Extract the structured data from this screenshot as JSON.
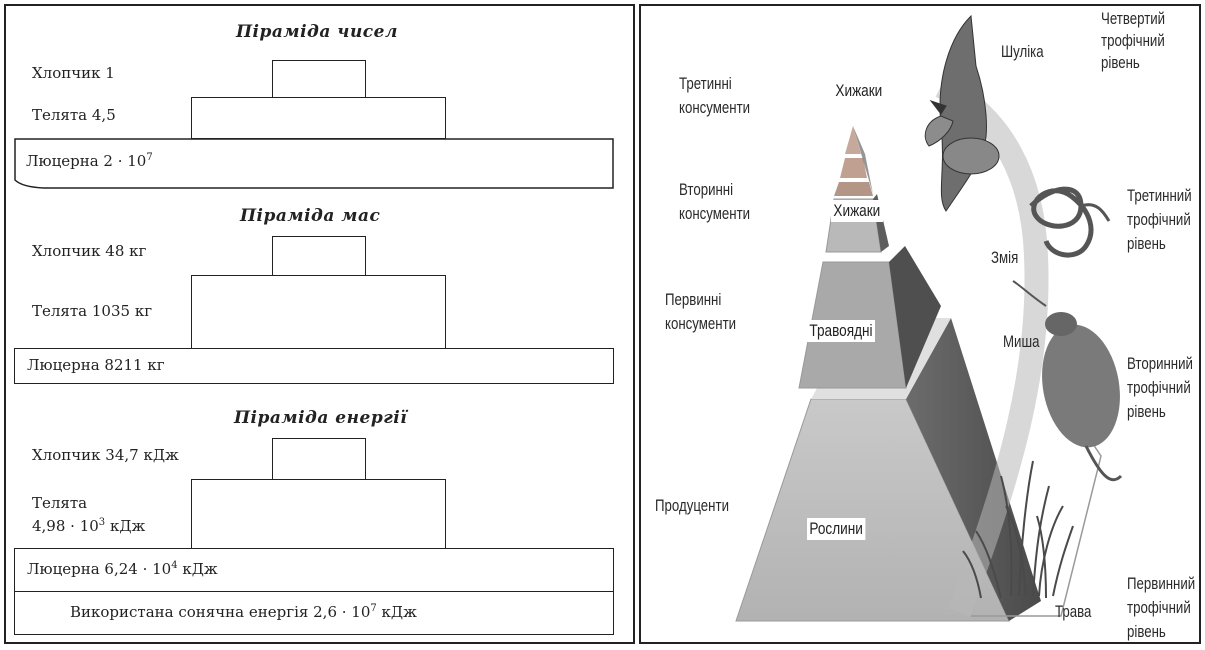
{
  "left_panel": {
    "numbers": {
      "title": "Піраміда чисел",
      "boy": "Хлопчик 1",
      "calves": "Телята 4,5",
      "alfalfa_base": "Люцерна 2 · 10",
      "alfalfa_exp": "7"
    },
    "mass": {
      "title": "Піраміда мас",
      "boy": "Хлопчик 48 кг",
      "calves": "Телята 1035 кг",
      "alfalfa": "Люцерна 8211 кг"
    },
    "energy": {
      "title": "Піраміда енергії",
      "boy": "Хлопчик 34,7 кДж",
      "calves_line1": "Телята",
      "calves_line2_base": "4,98 · 10",
      "calves_line2_exp": "3",
      "calves_line2_unit": " кДж",
      "alfalfa_base": "Люцерна 6,24 · 10",
      "alfalfa_exp": "4",
      "alfalfa_unit": " кДж",
      "solar_base": "Використана сонячна енергія 2,6 · 10",
      "solar_exp": "7",
      "solar_unit": " кДж"
    }
  },
  "right_panel": {
    "left_labels": {
      "tertiary_1": "Третинні",
      "tertiary_2": "консументи",
      "secondary_1": "Вторинні",
      "secondary_2": "консументи",
      "primary_1": "Первинні",
      "primary_2": "консументи",
      "producers": "Продуценти"
    },
    "tiers": {
      "top": "Хижаки",
      "upper": "Хижаки",
      "middle": "Травоядні",
      "bottom": "Рослини"
    },
    "organisms": {
      "hawk": "Шуліка",
      "snake": "Змія",
      "mouse": "Миша",
      "grass": "Трава"
    },
    "trophic_levels": {
      "fourth_1": "Четвертий",
      "fourth_2": "трофічний",
      "fourth_3": "рівень",
      "third_1": "Третинний",
      "third_2": "трофічний",
      "third_3": "рівень",
      "second_1": "Вторинний",
      "second_2": "трофічний",
      "second_3": "рівень",
      "first_1": "Первинний",
      "first_2": "трофічний",
      "first_3": "рівень"
    }
  }
}
